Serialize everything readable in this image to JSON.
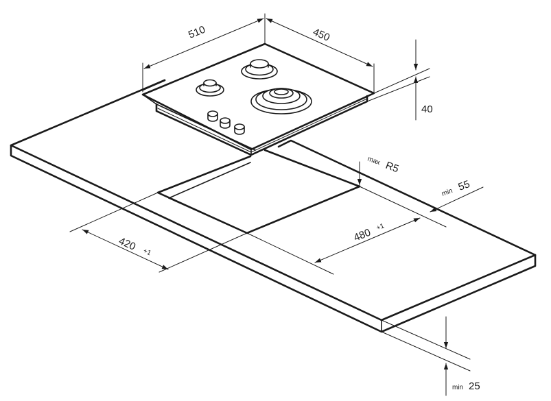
{
  "dimensions": {
    "hob_width": {
      "value": "510"
    },
    "hob_depth": {
      "value": "450"
    },
    "hob_height": {
      "value": "40"
    },
    "cutout_depth": {
      "value": "420",
      "tolerance": "+1"
    },
    "cutout_width": {
      "value": "480",
      "tolerance": "+1"
    },
    "corner_radius": {
      "prefix": "max",
      "value": "R5"
    },
    "rear_clearance": {
      "prefix": "min",
      "value": "55"
    },
    "worktop_thickness": {
      "prefix": "min",
      "value": "25"
    }
  },
  "colors": {
    "line": "#1a1a1a",
    "background": "#ffffff"
  }
}
